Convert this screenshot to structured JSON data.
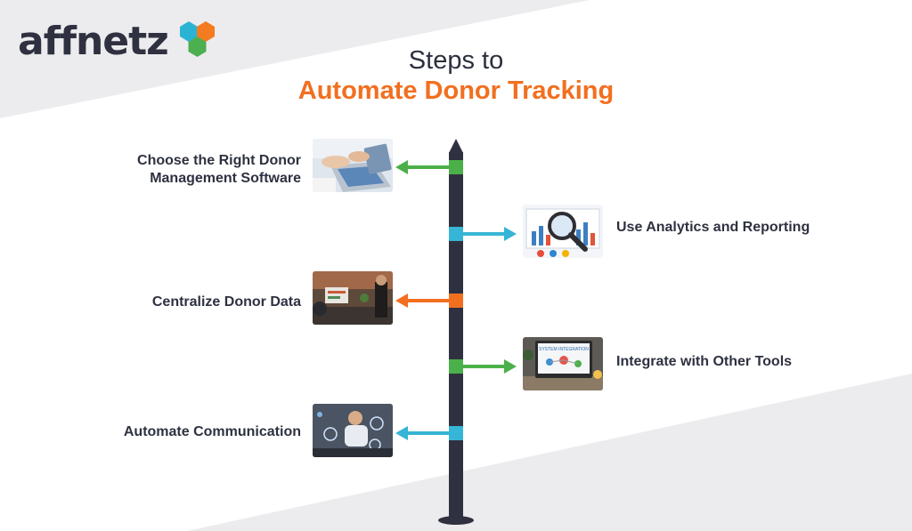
{
  "logo": {
    "text": "affnetz",
    "mark_colors": [
      "#f47b20",
      "#2bb3d4",
      "#4caf50"
    ]
  },
  "title": {
    "line1": "Steps to",
    "line2": "Automate Donor Tracking",
    "line2_color": "#f26f1f"
  },
  "colors": {
    "pole": "#2f3140",
    "green": "#4cb04a",
    "blue": "#36b5d6",
    "orange": "#f26f1f",
    "band": "#ececee"
  },
  "steps": [
    {
      "label": "Choose the Right Donor\nManagement Software",
      "side": "left",
      "color": "green",
      "image": "laptop-typing-image"
    },
    {
      "label": "Use Analytics and Reporting",
      "side": "right",
      "color": "blue",
      "image": "analytics-magnifier-image"
    },
    {
      "label": "Centralize Donor Data",
      "side": "left",
      "color": "orange",
      "image": "office-meeting-image"
    },
    {
      "label": "Integrate with Other Tools",
      "side": "right",
      "color": "green",
      "image": "system-integration-image"
    },
    {
      "label": "Automate Communication",
      "side": "left",
      "color": "blue",
      "image": "digital-communication-image"
    }
  ],
  "thumbnails": {
    "integration_caption": "SYSTEM INTEGRATION"
  }
}
